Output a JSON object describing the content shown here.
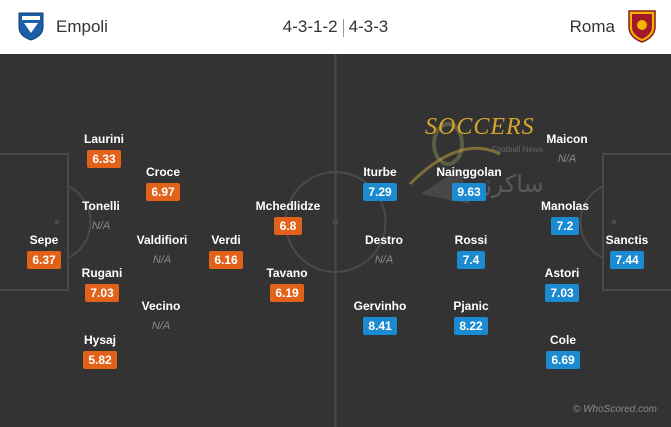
{
  "header": {
    "home_team": "Empoli",
    "away_team": "Roma",
    "home_formation": "4-3-1-2",
    "away_formation": "4-3-3"
  },
  "colors": {
    "home_rating": "#e2621a",
    "away_rating": "#1c8ad0",
    "pitch": "#333333"
  },
  "watermark": {
    "brand": "SOCCERS",
    "sub": "Football News",
    "arabic": "ساكرز"
  },
  "home_players": [
    {
      "name": "Sepe",
      "rating": "6.37"
    },
    {
      "name": "Laurini",
      "rating": "6.33"
    },
    {
      "name": "Tonelli",
      "rating": "N/A"
    },
    {
      "name": "Rugani",
      "rating": "7.03"
    },
    {
      "name": "Hysaj",
      "rating": "5.82"
    },
    {
      "name": "Croce",
      "rating": "6.97"
    },
    {
      "name": "Valdifiori",
      "rating": "N/A"
    },
    {
      "name": "Vecino",
      "rating": "N/A"
    },
    {
      "name": "Verdi",
      "rating": "6.16"
    },
    {
      "name": "Mchedlidze",
      "rating": "6.8"
    },
    {
      "name": "Tavano",
      "rating": "6.19"
    }
  ],
  "away_players": [
    {
      "name": "Sanctis",
      "rating": "7.44"
    },
    {
      "name": "Maicon",
      "rating": "N/A"
    },
    {
      "name": "Manolas",
      "rating": "7.2"
    },
    {
      "name": "Astori",
      "rating": "7.03"
    },
    {
      "name": "Cole",
      "rating": "6.69"
    },
    {
      "name": "Nainggolan",
      "rating": "9.63"
    },
    {
      "name": "Rossi",
      "rating": "7.4"
    },
    {
      "name": "Pjanic",
      "rating": "8.22"
    },
    {
      "name": "Iturbe",
      "rating": "7.29"
    },
    {
      "name": "Destro",
      "rating": "N/A"
    },
    {
      "name": "Gervinho",
      "rating": "8.41"
    }
  ],
  "credit": "© WhoScored.com"
}
